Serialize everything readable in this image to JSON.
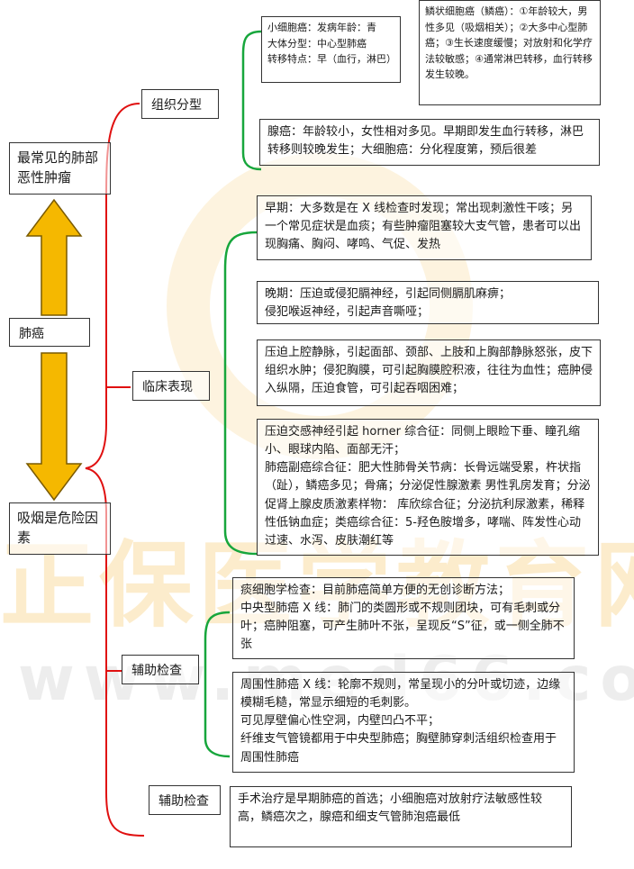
{
  "watermark": {
    "title": "正保医学教育网",
    "url": "www.med66.com"
  },
  "colors": {
    "red": "#e01010",
    "green": "#17a63c",
    "arrow_fill": "#f5b800",
    "arrow_stroke": "#7a5a00",
    "watermark": "#f5c86e"
  },
  "left": {
    "top_box": "最常见的肺部恶性肿瘤",
    "center_box": "肺癌",
    "bottom_box": "吸烟是危险因素"
  },
  "branches": [
    {
      "label": "组织分型",
      "details": [
        "小细胞癌：发病年龄：青\n大体分型：中心型肺癌\n转移特点：早（血行，淋巴）",
        "鳞状细胞癌（鳞癌）：①年龄较大，男性多见（吸烟相关）；②大多中心型肺癌；③生长速度缓慢；对放射和化学疗法较敏感；④通常淋巴转移，血行转移发生较晚。",
        "腺癌：年龄较小，女性相对多见。早期即发生血行转移，淋巴转移则较晚发生；大细胞癌：分化程度第，预后很差"
      ]
    },
    {
      "label": "临床表现",
      "details": [
        "早期：大多数是在 X 线检查时发现；常出现刺激性干咳；另一个常见症状是血痰；有些肿瘤阻塞较大支气管，患者可以出现胸痛、胸闷、哮鸣、气促、发热",
        "晚期：压迫或侵犯膈神经，引起同侧膈肌麻痹；\n侵犯喉返神经，引起声音嘶哑；",
        "压迫上腔静脉，引起面部、颈部、上肢和上胸部静脉怒张，皮下组织水肿；侵犯胸膜，可引起胸膜腔积液，往往为血性；癌肿侵入纵隔，压迫食管，可引起吞咽困难；",
        "压迫交感神经引起 horner 综合征：同侧上眼睑下垂、瞳孔缩小、眼球内陷、面部无汗；\n肺癌副癌综合征：肥大性肺骨关节病：长骨远端受累，杵状指（趾），鳞癌多见；骨痛；分泌促性腺激素 男性乳房发育；分泌促肾上腺皮质激素样物： 库欣综合征；分泌抗利尿激素，稀释性低钠血症；类癌综合征：5-羟色胺增多，哮喘、阵发性心动过速、水泻、皮肤潮红等"
      ]
    },
    {
      "label": "辅助检查",
      "details": [
        "痰细胞学检查：目前肺癌简单方便的无创诊断方法；\n中央型肺癌 X 线：肺门的类圆形或不规则团块，可有毛刺或分叶；癌肿阻塞，可产生肺叶不张，呈现反“S”征，或一侧全肺不张",
        "周围性肺癌 X 线：轮廓不规则，常呈现小的分叶或切迹，边缘模糊毛糙，常显示细短的毛刺影。\n可见厚壁偏心性空洞，内壁凹凸不平；\n纤维支气管镜都用于中央型肺癌；胸壁肺穿刺活组织检查用于周围性肺癌"
      ]
    },
    {
      "label": "辅助检查",
      "details": [
        "手术治疗是早期肺癌的首选；小细胞癌对放射疗法敏感性较高，鳞癌次之，腺癌和细支气管肺泡癌最低"
      ]
    }
  ]
}
